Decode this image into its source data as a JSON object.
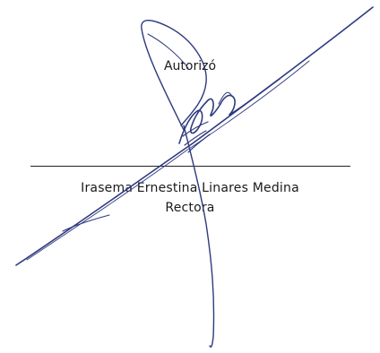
{
  "approval": {
    "label": "Autorizó",
    "signer_name": "Irasema Ernestina Linares Medina",
    "signer_title": "Rectora"
  },
  "signature": {
    "ink_color": "#2e3a7e"
  }
}
